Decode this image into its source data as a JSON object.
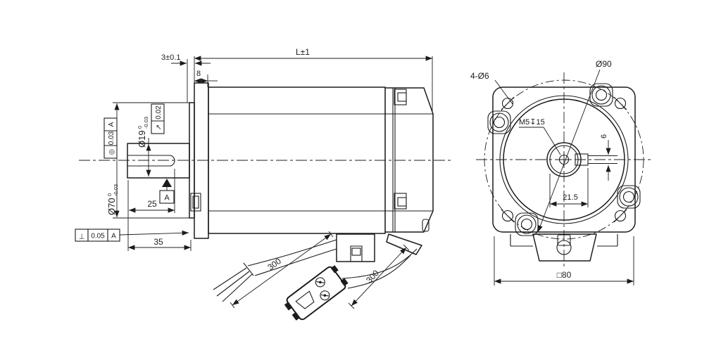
{
  "drawing": {
    "side_view": {
      "total_length": "L±1",
      "boss_offset": "3±0.1",
      "flange_thickness": "8",
      "shaft_dia": "Ø19",
      "shaft_dia_tol_hi": "0",
      "shaft_dia_tol_lo": "-0.03",
      "pilot_dia": "Ø70",
      "pilot_dia_tol_hi": "0",
      "pilot_dia_tol_lo": "-0.03",
      "keyway_length": "25",
      "shaft_length": "35",
      "cable_length_a": "300",
      "cable_length_b": "300",
      "runout_symbol": "↗",
      "runout_value": "0.02",
      "concentricity_symbol": "◎",
      "concentricity_value": "0.03",
      "concentricity_datum": "A",
      "perpendicularity_symbol": "⊥",
      "perpendicularity_value": "0.05",
      "perpendicularity_datum": "A",
      "datum_flag": "A"
    },
    "front_view": {
      "corner_holes": "4-Ø6",
      "bolt_circle_dia": "Ø90",
      "center_tap": "M5↧15",
      "key_width": "6",
      "key_offset": "21.5",
      "flange_square": "□80"
    }
  }
}
